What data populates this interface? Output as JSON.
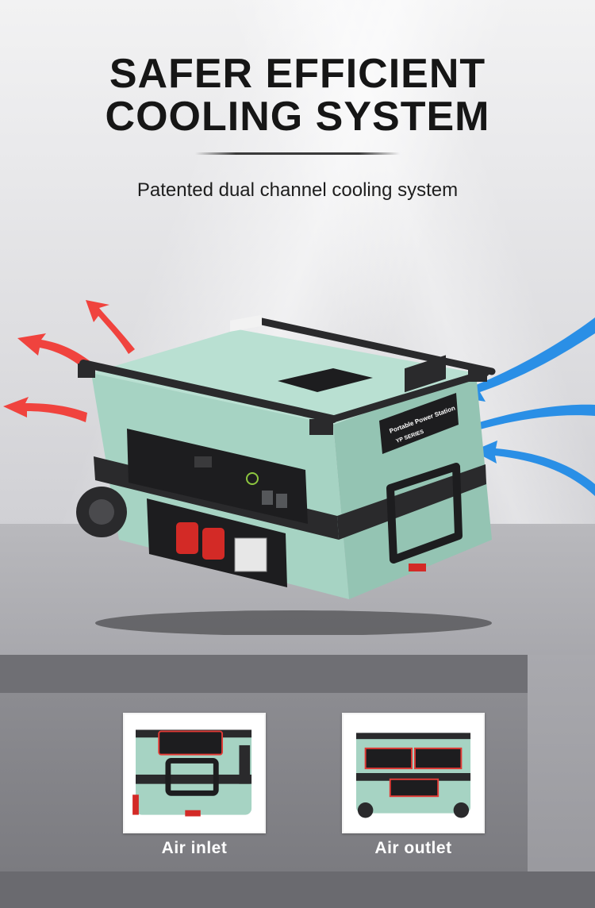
{
  "header": {
    "title_line1": "SAFER EFFICIENT",
    "title_line2": "COOLING SYSTEM",
    "subtitle": "Patented dual channel cooling system"
  },
  "product": {
    "panel_label_line1": "Portable Power Station",
    "panel_label_line2": "YP SERIES",
    "body_color": "#a6d3c3",
    "trim_color": "#2a2a2c"
  },
  "airflow": {
    "hot_air_color": "#f0433e",
    "cool_air_color": "#2a8fe6"
  },
  "thumbnails": [
    {
      "caption": "Air inlet",
      "icon": "generator-side-view"
    },
    {
      "caption": "Air outlet",
      "icon": "generator-rear-view"
    }
  ]
}
